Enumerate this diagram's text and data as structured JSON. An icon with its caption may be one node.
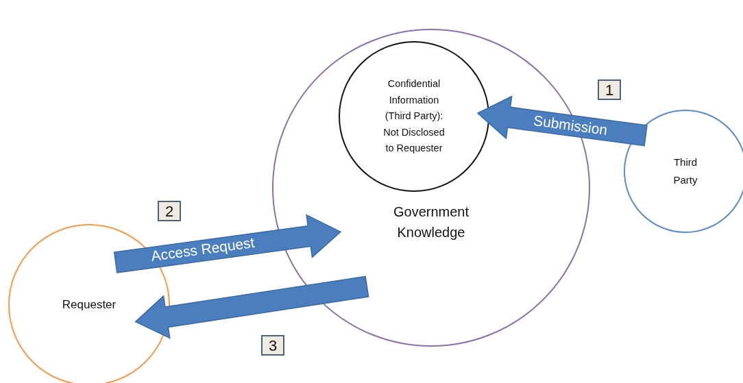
{
  "diagram": {
    "nodes": [
      {
        "text": [
          "Government Knowledge"
        ]
      },
      {
        "text": [
          "Confidential Information (Third Party): Not Disclosed to Requester"
        ],
        "in": 0
      },
      {
        "text": [
          "Third Party"
        ]
      },
      {
        "text": [
          "Requester"
        ]
      }
    ],
    "edges": [
      {
        "from": 2,
        "to": 1,
        "arrow": "to",
        "label": "Submission",
        "style": "thick"
      },
      {
        "from": 3,
        "to": 0,
        "arrow": "to",
        "label": "Access Request",
        "style": "thick"
      },
      {
        "from": 0,
        "to": 3,
        "arrow": "to",
        "style": "thick"
      }
    ],
    "labels": [
      "1",
      "2",
      "3"
    ]
  }
}
